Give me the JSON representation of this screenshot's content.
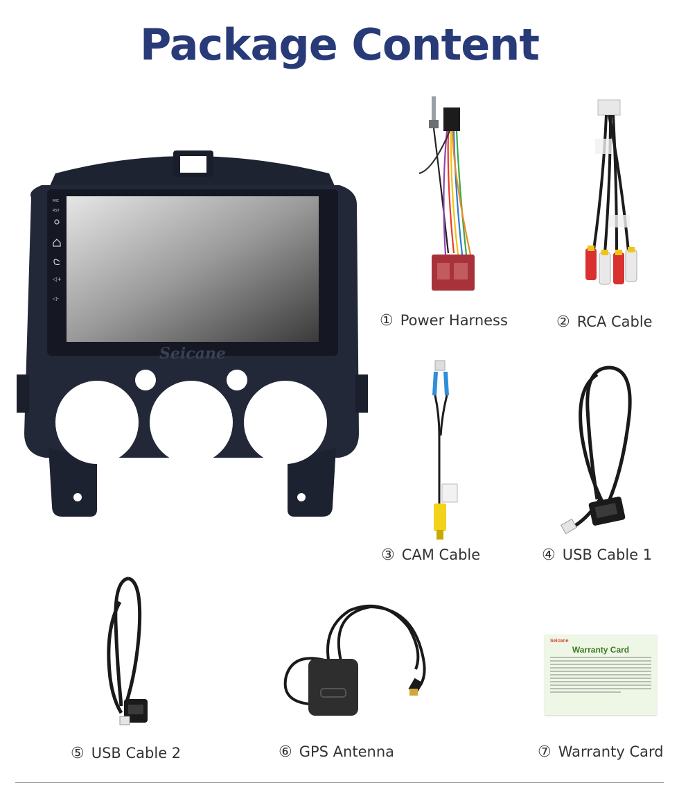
{
  "title": "Package Content",
  "device": {
    "brand": "Seicane"
  },
  "items": [
    {
      "num": "①",
      "label": "Power Harness"
    },
    {
      "num": "②",
      "label": "RCA Cable"
    },
    {
      "num": "③",
      "label": "CAM Cable"
    },
    {
      "num": "④",
      "label": "USB Cable 1"
    },
    {
      "num": "⑤",
      "label": "USB Cable 2"
    },
    {
      "num": "⑥",
      "label": "GPS Antenna"
    },
    {
      "num": "⑦",
      "label": "Warranty Card"
    }
  ],
  "warranty_card": {
    "brand": "Seicane",
    "title": "Warranty Card"
  },
  "icons": [
    "power-icon",
    "home-icon",
    "back-icon",
    "volume-up-icon",
    "volume-down-icon"
  ],
  "colors": {
    "title": "#283a78",
    "label": "#333333",
    "card_bg": "#eef6e6",
    "card_title": "#3f7a26"
  }
}
